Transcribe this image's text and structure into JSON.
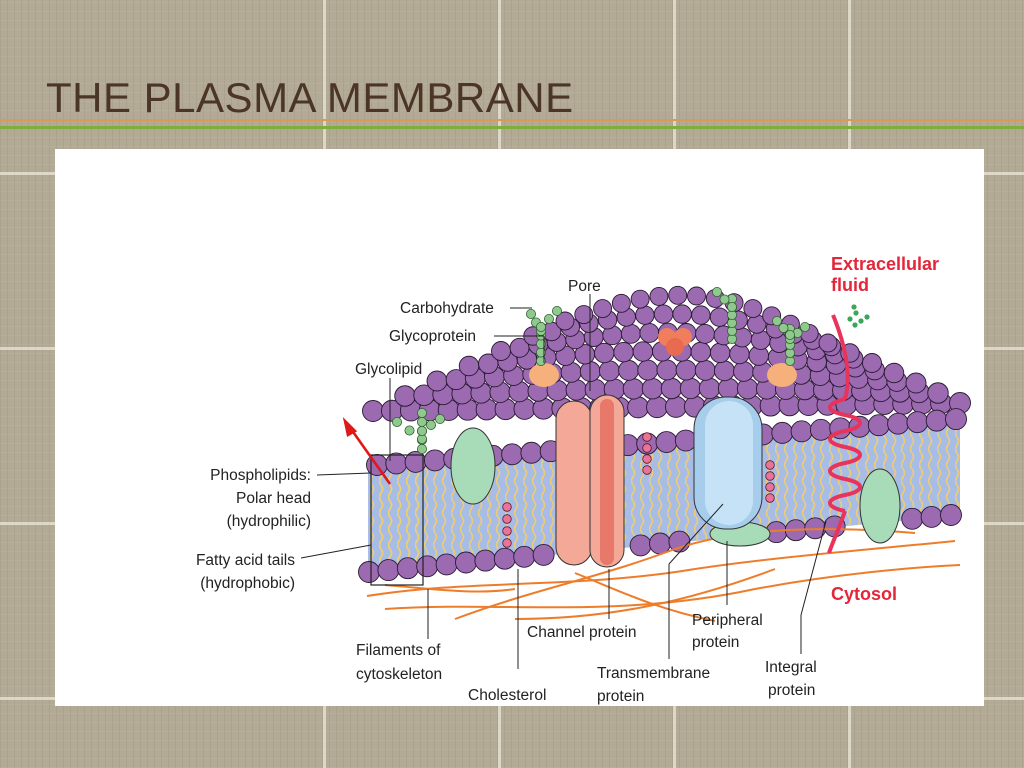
{
  "slide": {
    "title": "THE PLASMA MEMBRANE"
  },
  "diagram": {
    "labels": {
      "extracellular_line1": "Extracellular",
      "extracellular_line2": "fluid",
      "cytosol": "Cytosol",
      "pore": "Pore",
      "carbohydrate": "Carbohydrate",
      "glycoprotein": "Glycoprotein",
      "glycolipid": "Glycolipid",
      "phospholipids_line1": "Phospholipids:",
      "phospholipids_line2": "Polar head",
      "phospholipids_line3": "(hydrophilic)",
      "fatty_line1": "Fatty acid tails",
      "fatty_line2": "(hydrophobic)",
      "filaments_line1": "Filaments of",
      "filaments_line2": "cytoskeleton",
      "cholesterol": "Cholesterol",
      "channel_protein": "Channel protein",
      "transmembrane_line1": "Transmembrane",
      "transmembrane_line2": "protein",
      "peripheral_line1": "Peripheral",
      "peripheral_line2": "protein",
      "integral_line1": "Integral",
      "integral_line2": "protein"
    },
    "colors": {
      "phospholipid_head": "#9b6ab0",
      "bilayer_core": "#a8bde6",
      "fatty_tails": "#f3cd6a",
      "channel_protein": "#f3a898",
      "transmembrane_protein": "#a6cdec",
      "globular_protein": "#a8dcb8",
      "carbohydrate_chain": "#8fc98d",
      "glycoprotein_base": "#f6b07c",
      "cholesterol": "#e8749a",
      "cytoskeleton": "#ee7d2b",
      "integral_helix": "#e8335a",
      "label_red": "#e32639",
      "annotation_arrow": "#e01818"
    }
  }
}
